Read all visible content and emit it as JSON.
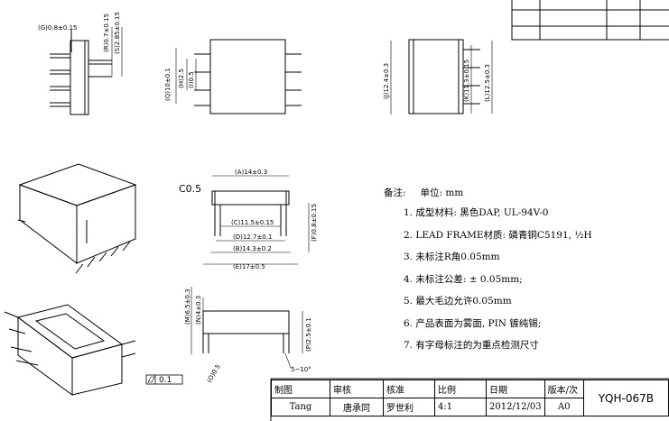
{
  "dims": {
    "g": "(G)0.8±0.15",
    "r": "(R)0.7±0.15",
    "s": "(S)2.85±0.15",
    "q": "(Q)10±0.1",
    "h": "(H)2.5",
    "i": "(I)0.5",
    "j": "(J)12.4±0.3",
    "k": "(K)11.3±0.15",
    "l": "(L)12.5±0.3",
    "a": "(A)14±0.3",
    "c": "(C)11.5±0.15",
    "f": "(F)0.8±0.15",
    "d": "(D)12.7±0.1",
    "b": "(B)14.3±0.2",
    "e": "(E)17±0.5",
    "m": "(M)6.5±0.3",
    "n": "(N)4±0.3",
    "p": "(P)2.5±0.1",
    "o": "(O)0.5",
    "chamfer": "C0.5",
    "angle": "5~10°",
    "flatness": "0.1"
  },
  "notes": {
    "title": "备注:",
    "unit": "单位: mm",
    "items": [
      "1. 成型材料: 黑色DAP, UL-94V-0",
      "2. LEAD FRAME材质: 磷青铜C5191, ½H",
      "3. 未标注R角0.05mm",
      "4. 未标注公差: ± 0.05mm;",
      "5. 最大毛边允许0.05mm",
      "6. 产品表面为雾面, PIN 镀纯锡;",
      "7. 有字母标注的为重点检测尺寸"
    ]
  },
  "title_block": {
    "headers": [
      "制图",
      "审核",
      "核准",
      "比例",
      "日期",
      "版本/次"
    ],
    "values": [
      "Tang",
      "唐承同",
      "罗世利",
      "4:1",
      "2012/12/03",
      "A0"
    ],
    "part_number": "YQH-067B"
  }
}
